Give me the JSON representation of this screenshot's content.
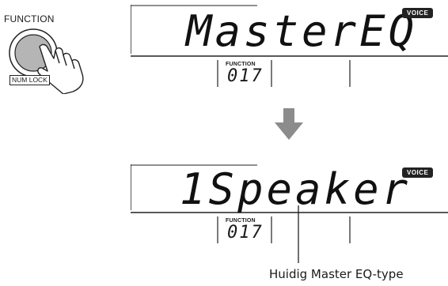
{
  "function_button": {
    "label": "FUNCTION",
    "numlock_label": "NUM LOCK"
  },
  "display_before": {
    "main_text": "MasterEQ",
    "badge": "VOICE",
    "function_label": "FUNCTION",
    "function_number": "017"
  },
  "display_after": {
    "main_text": "1Speaker",
    "badge": "VOICE",
    "function_label": "FUNCTION",
    "function_number": "017"
  },
  "caption": "Huidig Master EQ-type",
  "colors": {
    "button_gray": "#b5b5b5",
    "arrow_gray": "#8c8c8c",
    "badge_bg": "#222222"
  }
}
